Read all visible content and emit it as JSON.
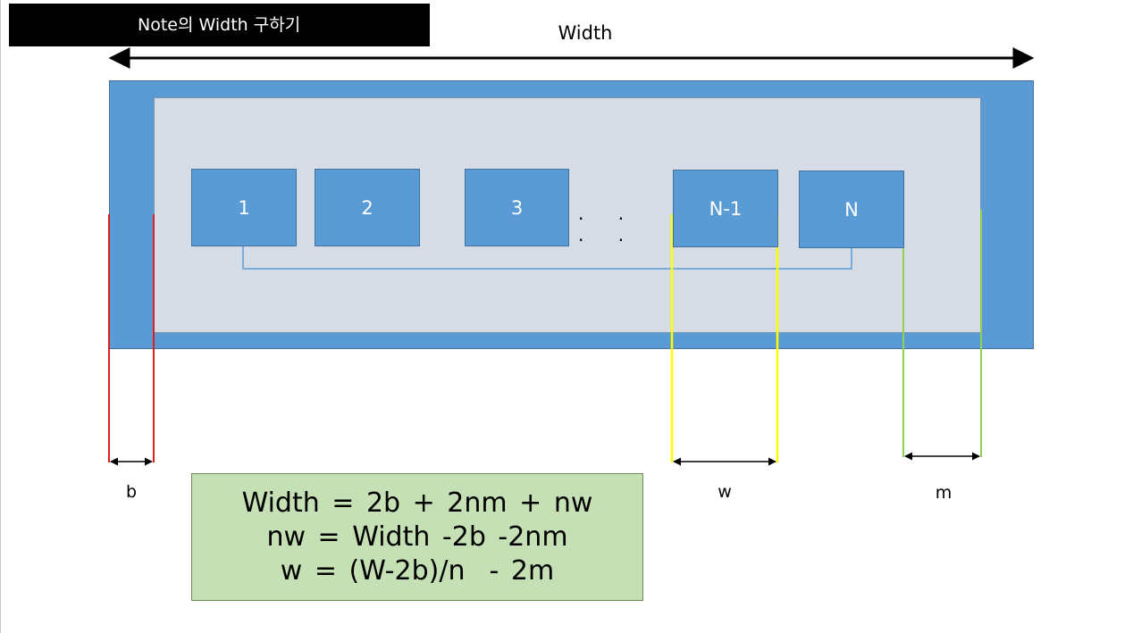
{
  "title": "Note의 Width 구하기",
  "width_label": "Width",
  "notes": [
    {
      "label": "1"
    },
    {
      "label": "2"
    },
    {
      "label": "3"
    },
    {
      "label": "N-1"
    },
    {
      "label": "N"
    }
  ],
  "ellipsis": ". . . .",
  "measurements": {
    "b": "b",
    "w": "w",
    "m": "m"
  },
  "formulas": [
    "Width = 2b + 2nm + nw",
    "nw = Width -2b -2nm",
    "w = (W-2b)/n  - 2m"
  ],
  "colors": {
    "frame": "#5b9bd5",
    "panel": "#d6dce5",
    "b_marker": "#e02020",
    "w_marker": "#ffff00",
    "m_marker": "#92d050",
    "formula_bg": "#c5e0b4"
  }
}
